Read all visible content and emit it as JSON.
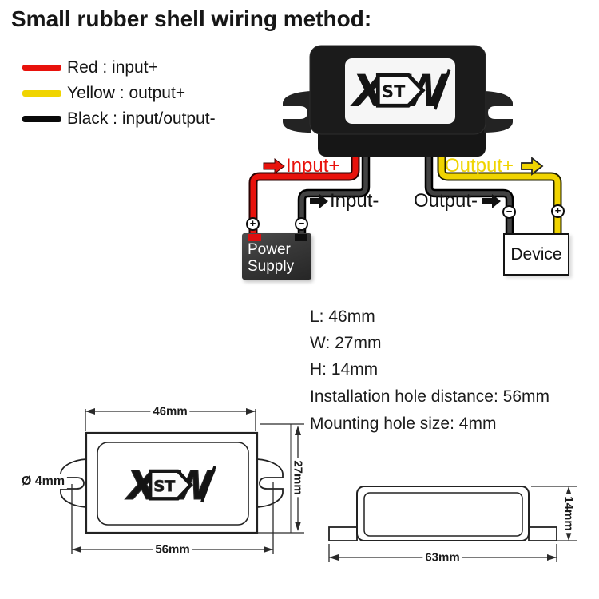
{
  "title": "Small rubber shell wiring method:",
  "legend": {
    "red": {
      "label": "Red : input+",
      "color": "#e8120c"
    },
    "yellow": {
      "label": "Yellow : output+",
      "color": "#f0d400"
    },
    "black": {
      "label": "Black : input/output-",
      "color": "#0a0a0a"
    }
  },
  "wiring": {
    "input_plus": "Input+",
    "input_minus": "Input-",
    "output_plus": "Output+",
    "output_minus": "Output-",
    "power_supply_line1": "Power",
    "power_supply_line2": "Supply",
    "device": "Device",
    "terminal_plus": "+",
    "terminal_minus": "−"
  },
  "logo": {
    "x": "X",
    "st": "ST",
    "w": "W"
  },
  "specs": {
    "lines": [
      "L: 46mm",
      "W: 27mm",
      "H: 14mm",
      "Installation hole distance: 56mm",
      "Mounting hole size: 4mm"
    ]
  },
  "drawings": {
    "top_view": {
      "width": "46mm",
      "hole_distance": "56mm",
      "height": "27mm",
      "hole_size": "Ø 4mm"
    },
    "side_view": {
      "width": "63mm",
      "height": "14mm"
    }
  },
  "colors": {
    "red": "#e8120c",
    "yellow": "#f0d400",
    "wire_black": "#3f3f3f"
  }
}
